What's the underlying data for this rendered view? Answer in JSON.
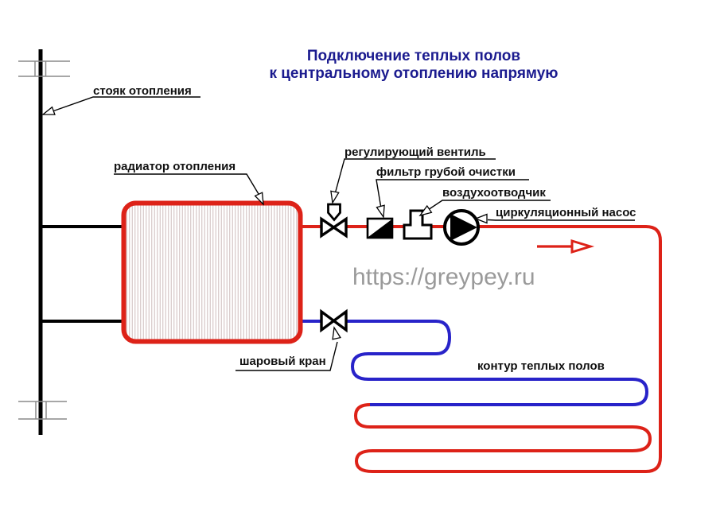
{
  "title": {
    "line1": "Подключение теплых полов",
    "line2": "к центральному отоплению напрямую"
  },
  "labels": {
    "riser": "стояк отопления",
    "radiator": "радиатор отопления",
    "regulating_valve": "регулирующий вентиль",
    "filter": "фильтр грубой очистки",
    "air_vent": "воздухоотводчик",
    "pump": "циркуляционный насос",
    "ball_valve": "шаровый кран",
    "floor_loop": "контур теплых полов"
  },
  "watermark": "https://greypey.ru",
  "icons": {
    "riser": "riser-line",
    "floor_crossing": "floor-crossing-icon",
    "radiator": "radiator-symbol",
    "regulating_valve": "regulating-valve-icon",
    "filter": "strainer-filter-icon",
    "air_vent": "air-vent-icon",
    "pump": "circulation-pump-icon",
    "ball_valve": "ball-valve-icon",
    "flow_arrow": "flow-direction-arrow"
  },
  "colors": {
    "supply": "#dd2218",
    "return": "#2823c9",
    "title": "#1b1b8f",
    "watermark": "#9a9a9a",
    "ink": "#000000",
    "hatch": "#d2c2c2"
  }
}
